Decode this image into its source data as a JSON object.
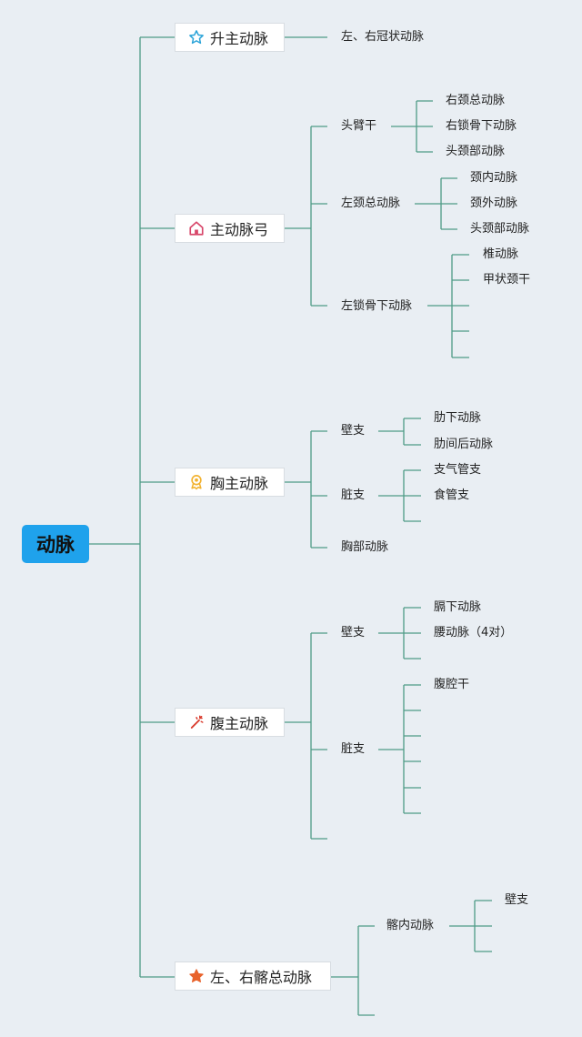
{
  "root": {
    "label": "动脉"
  },
  "branches": [
    {
      "label": "升主动脉",
      "icon": "star-outline-icon",
      "children": [
        {
          "label": "左、右冠状动脉",
          "children": []
        }
      ]
    },
    {
      "label": "主动脉弓",
      "icon": "home-icon",
      "children": [
        {
          "label": "头臂干",
          "children": [
            "右颈总动脉",
            "右锁骨下动脉",
            "头颈部动脉"
          ]
        },
        {
          "label": "左颈总动脉",
          "children": [
            "颈内动脉",
            "颈外动脉",
            "头颈部动脉"
          ]
        },
        {
          "label": "左锁骨下动脉",
          "children": [
            "椎动脉",
            "甲状颈干",
            "",
            "",
            ""
          ]
        }
      ]
    },
    {
      "label": "胸主动脉",
      "icon": "medal-icon",
      "children": [
        {
          "label": "壁支",
          "children": [
            "肋下动脉",
            "肋间后动脉"
          ]
        },
        {
          "label": "脏支",
          "children": [
            "支气管支",
            "食管支",
            ""
          ]
        },
        {
          "label": "胸部动脉",
          "children": []
        }
      ]
    },
    {
      "label": "腹主动脉",
      "icon": "magic-wand-icon",
      "children": [
        {
          "label": "壁支",
          "children": [
            "膈下动脉",
            "腰动脉（4对）",
            ""
          ]
        },
        {
          "label": "脏支",
          "children": [
            "腹腔干",
            "",
            "",
            "",
            "",
            ""
          ]
        },
        {
          "label": "",
          "children": []
        }
      ]
    },
    {
      "label": "左、右髂总动脉",
      "icon": "star-filled-icon",
      "children": [
        {
          "label": "髂内动脉",
          "children": [
            "壁支",
            "",
            ""
          ]
        },
        {
          "label": "",
          "children": []
        }
      ]
    }
  ],
  "colors": {
    "background": "#e9eef3",
    "root": "#1fa2ec",
    "line": "#4f9b86",
    "star_outline": "#2aa3d8",
    "home": "#d8476a",
    "medal": "#f2b230",
    "wand": "#d93a2c",
    "star_filled": "#e8622b"
  }
}
